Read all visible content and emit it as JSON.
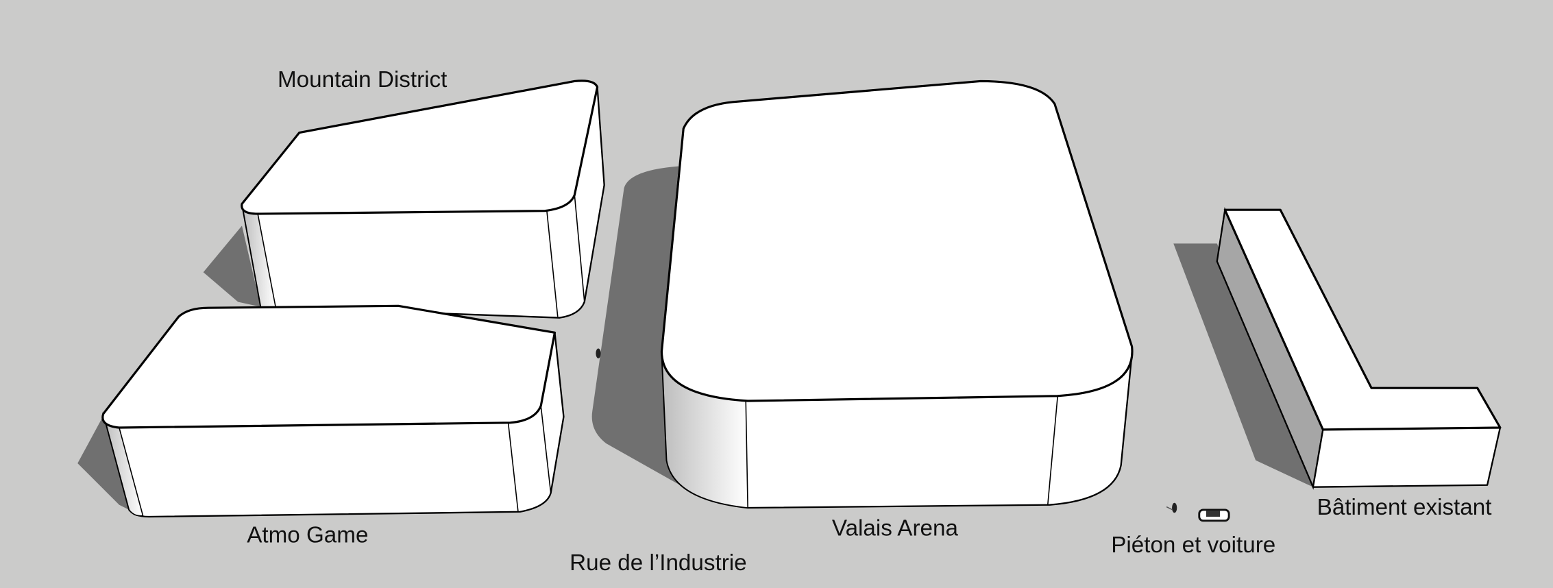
{
  "labels": {
    "mountain_district": "Mountain District",
    "atmo_game": "Atmo Game",
    "rue": "Rue de l’Industrie",
    "valais_arena": "Valais Arena",
    "pieton": "Piéton et voiture",
    "batiment": "Bâtiment existant"
  },
  "colors": {
    "background": "#cbcbca",
    "shadow": "#707070",
    "building": "#ffffff",
    "side_shade": "#a6a6a6"
  }
}
